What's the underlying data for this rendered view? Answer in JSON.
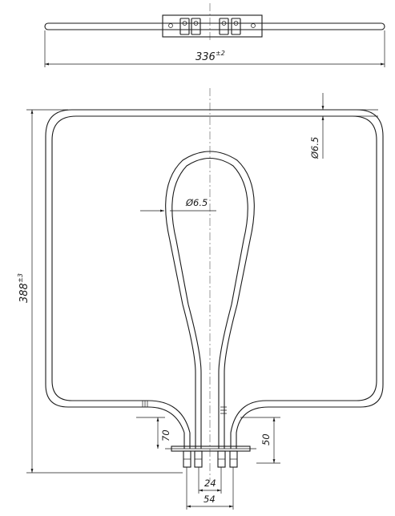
{
  "drawing": {
    "colors": {
      "line": "#1a1a1a",
      "background": "#ffffff",
      "centerline": "#555555"
    },
    "top_view": {
      "width_value": "336",
      "width_tolerance": "±2"
    },
    "front_view": {
      "height_value": "388",
      "height_tolerance": "±3",
      "tube_diameter_right": "Ø6.5",
      "tube_diameter_inner": "Ø6.5",
      "terminal_spacing_inner": "24",
      "terminal_spacing_outer": "54",
      "bracket_offset_left": "70",
      "bracket_offset_right": "50"
    }
  }
}
